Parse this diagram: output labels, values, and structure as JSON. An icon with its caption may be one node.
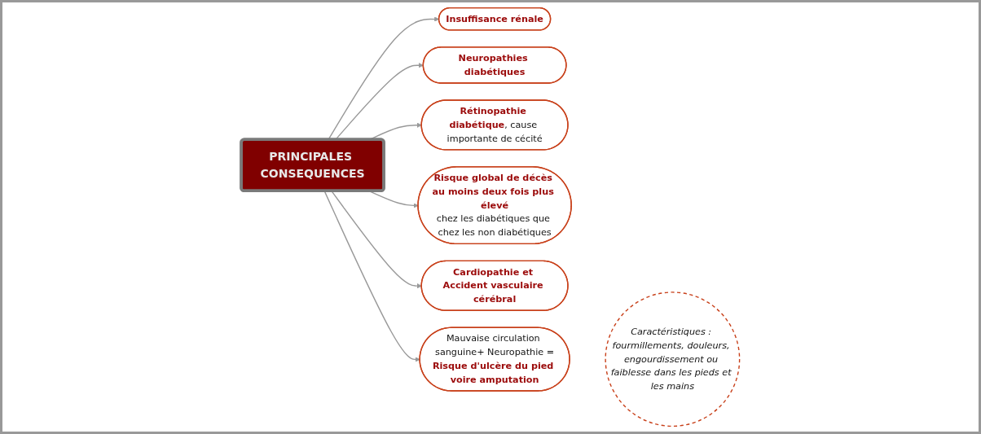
{
  "diagram": {
    "nodes": [
      {
        "text": [
          "Insuffisance rénale"
        ]
      },
      {
        "text": [
          "Neuropathies diabétiques"
        ]
      },
      {
        "text": [
          "**Rétinopathie diabétique**, cause importante de cécité"
        ]
      },
      {
        "text": [
          "Risque global de décès au moins deux fois plus élevé",
          "chez les diabétiques que chez les non diabétiques"
        ]
      },
      {
        "text": [
          "PRINCIPALES CONSEQUENCES"
        ]
      },
      {
        "text": [
          "Cardiopathie et Accident vasculaire cérébral"
        ]
      },
      {
        "text": [
          "Mauvaise circulation sanguine+ Neuropathie =",
          "Risque d'ulcère du pied voire amputation"
        ]
      },
      {
        "text": [
          "Caractéristiques : fourmillements, douleurs, engourdissement ou faiblesse dans les pieds et les mains"
        ]
      }
    ],
    "edges": [
      {
        "from": 4,
        "to": 0,
        "arrow": "to"
      },
      {
        "from": 4,
        "to": 1,
        "arrow": "to"
      },
      {
        "from": 4,
        "to": 2,
        "arrow": "to"
      },
      {
        "from": 4,
        "to": 3,
        "arrow": "to"
      },
      {
        "from": 4,
        "to": 5,
        "arrow": "to"
      },
      {
        "from": 4,
        "to": 6,
        "arrow": "to"
      }
    ]
  }
}
